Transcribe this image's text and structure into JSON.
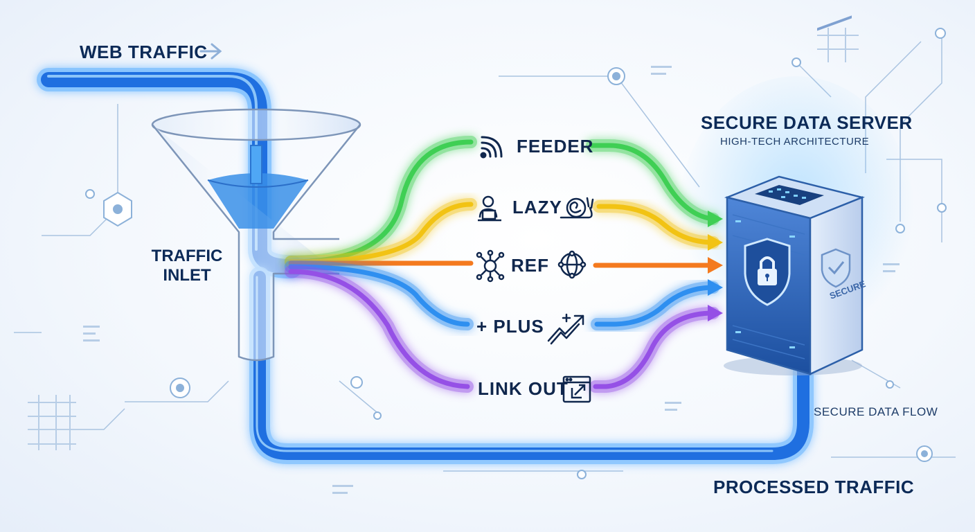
{
  "labels": {
    "web_traffic": "WEB TRAFFIC",
    "traffic_inlet_line1": "TRAFFIC",
    "traffic_inlet_line2": "INLET",
    "server_title": "SECURE DATA SERVER",
    "server_subtitle": "HIGH-TECH ARCHITECTURE",
    "secure_flow": "SECURE DATA FLOW",
    "processed": "PROCESSED TRAFFIC",
    "server_badge": "SECURE"
  },
  "routes": [
    {
      "label": "FEEDER",
      "color": "#3fcf54",
      "icon": "wifi-signal-icon"
    },
    {
      "label": "LAZY",
      "color": "#f2c313",
      "icon": "snail-icon"
    },
    {
      "label": "REF",
      "color": "#f47a1f",
      "icon": "network-globe-icon"
    },
    {
      "label": "+ PLUS",
      "color": "#2e8ff0",
      "icon": "trending-up-icon"
    },
    {
      "label": "LINK OUT",
      "color": "#9550e6",
      "icon": "external-link-icon"
    }
  ],
  "colors": {
    "main_pipe": "#1f6fe0",
    "text": "#0c2a57",
    "circuit": "#a9c3e0"
  }
}
